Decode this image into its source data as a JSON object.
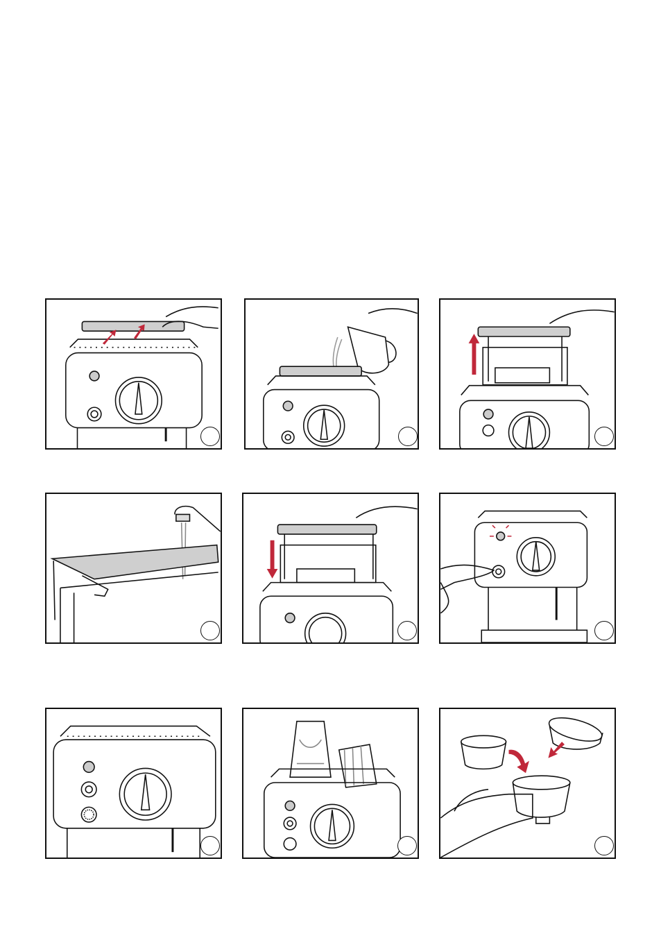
{
  "page": {
    "panels": [
      {
        "id": "p1",
        "illustration": "lift-water-tank-lid-icon",
        "arrow_color": "#c0283a"
      },
      {
        "id": "p2",
        "illustration": "pour-water-into-tank-icon",
        "arrow_color": "#c0283a"
      },
      {
        "id": "p3",
        "illustration": "remove-water-tank-icon",
        "arrow_color": "#c0283a"
      },
      {
        "id": "p4",
        "illustration": "rinse-tank-under-tap-icon",
        "arrow_color": "#c0283a"
      },
      {
        "id": "p5",
        "illustration": "place-water-tank-icon",
        "arrow_color": "#c0283a"
      },
      {
        "id": "p6",
        "illustration": "press-power-button-icon",
        "arrow_color": "#c0283a"
      },
      {
        "id": "p7",
        "illustration": "machine-front-view-icon",
        "arrow_color": "#c0283a"
      },
      {
        "id": "p8",
        "illustration": "cups-on-warming-plate-icon",
        "arrow_color": "#c0283a"
      },
      {
        "id": "p9",
        "illustration": "insert-filter-into-holder-icon",
        "arrow_color": "#c0283a"
      }
    ]
  }
}
